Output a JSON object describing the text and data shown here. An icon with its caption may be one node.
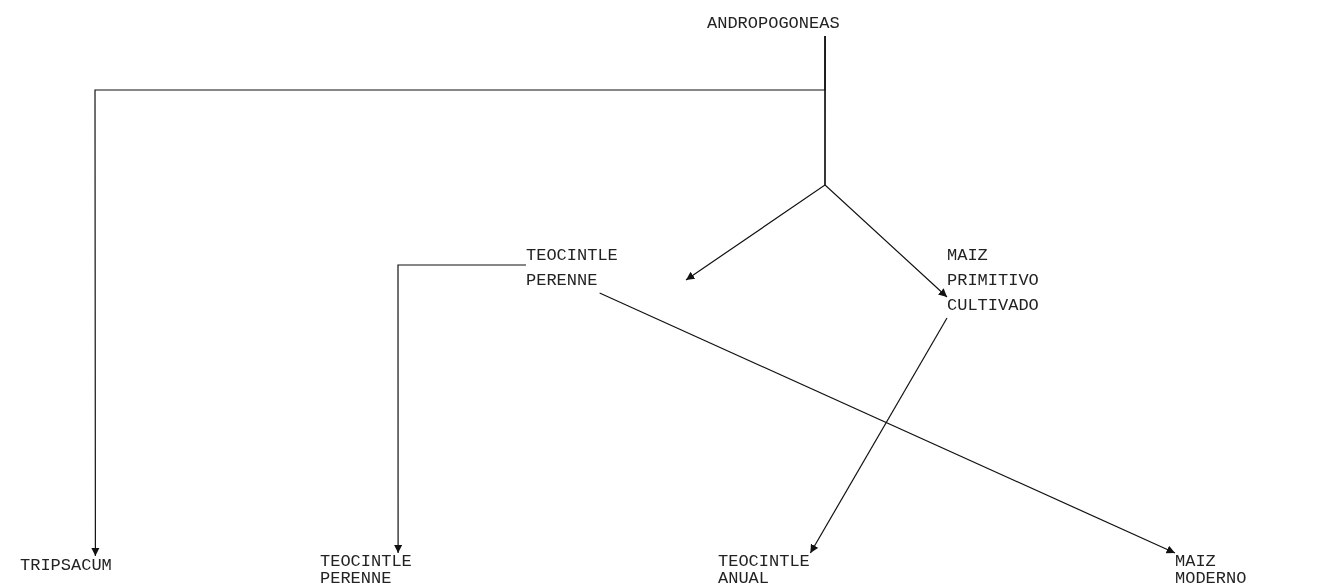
{
  "diagram": {
    "nodes": [
      {
        "text": [
          "ANDROPOGONEAS"
        ]
      },
      {
        "text": [
          "TEOCINTLE PERENNE"
        ]
      },
      {
        "text": [
          "MAIZ PRIMITIVO CULTIVADO"
        ]
      },
      {
        "text": [
          "TRIPSACUM"
        ]
      },
      {
        "text": [
          "TEOCINTLE PERENNE"
        ]
      },
      {
        "text": [
          "TEOCINTLE ANUAL"
        ]
      },
      {
        "text": [
          "MAIZ MODERNO"
        ]
      }
    ],
    "edges": [
      {
        "from": 0,
        "to": 3,
        "arrow": "to"
      },
      {
        "from": 0,
        "to": 1,
        "arrow": "to"
      },
      {
        "from": 0,
        "to": 2,
        "arrow": "to"
      },
      {
        "from": 1,
        "to": 4,
        "arrow": "to"
      },
      {
        "from": 1,
        "to": 6,
        "arrow": "to"
      },
      {
        "from": 2,
        "to": 5,
        "arrow": "to"
      }
    ]
  }
}
